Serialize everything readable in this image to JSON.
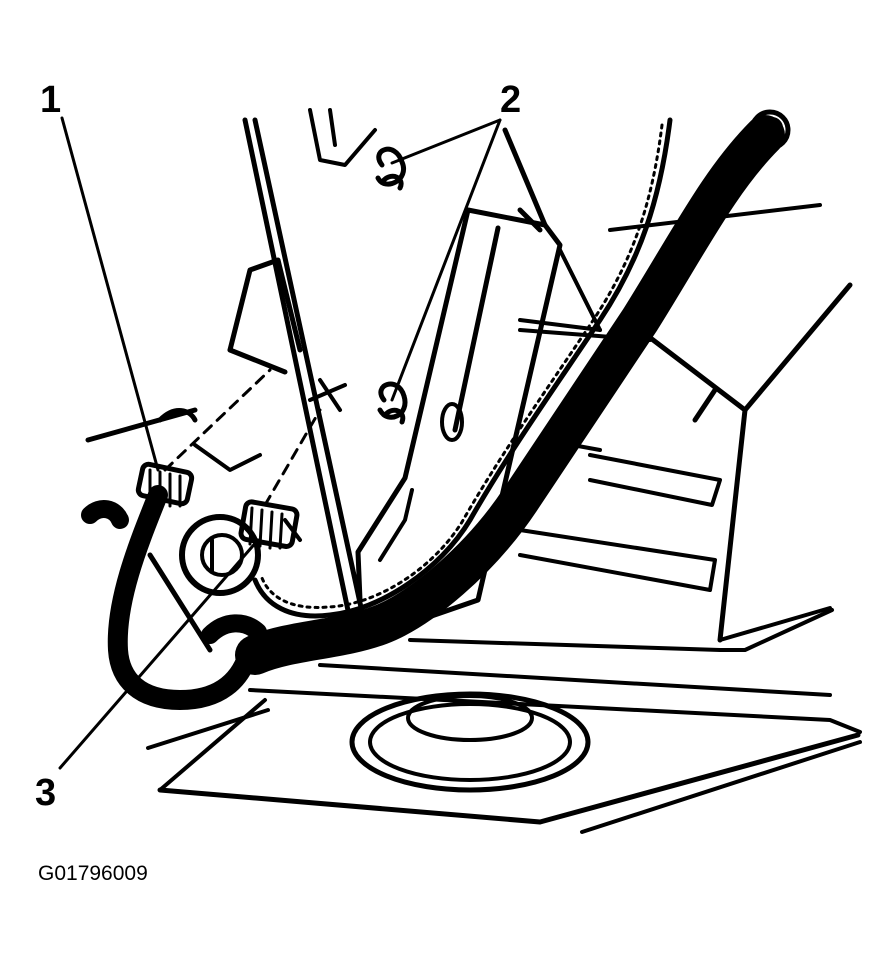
{
  "callouts": [
    {
      "number": "1"
    },
    {
      "number": "2"
    },
    {
      "number": "3"
    }
  ],
  "figure_code": "G01796009",
  "colors": {
    "ink": "#000000",
    "paper": "#ffffff"
  }
}
